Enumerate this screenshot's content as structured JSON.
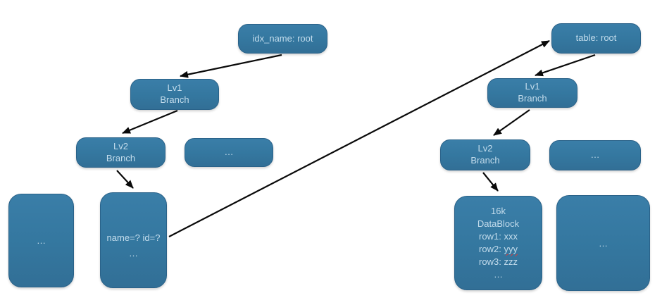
{
  "colors": {
    "node_fill": "#34779f",
    "node_border": "#2a6289",
    "node_text": "#c3dcec",
    "arrow": "#0a0a0a",
    "spellcheck_underline": "#e03a3a",
    "background": "#ffffff"
  },
  "index_tree": {
    "root_label": "idx_name: root",
    "lv1_label": "Lv1\nBranch",
    "lv2_label": "Lv2\nBranch",
    "sibling_ellipsis": "…",
    "leaf_ellipsis": "…",
    "leaf_query_line1": "name=? id=?",
    "leaf_query_line2": "…"
  },
  "table_tree": {
    "root_label": "table: root",
    "lv1_label": "Lv1\nBranch",
    "lv2_label": "Lv2\nBranch",
    "sibling_ellipsis": "…",
    "leaf_ellipsis": "…",
    "datablock": {
      "size": "16k",
      "title": "DataBlock",
      "row1": "row1: xxx",
      "row2_prefix": "row2: ",
      "row2_value": "yyy",
      "row3": "row3: zzz",
      "ellipsis": "…"
    }
  },
  "edges": [
    {
      "from": "node-idx-root",
      "to": "node-idx-lv1-branch"
    },
    {
      "from": "node-idx-lv1-branch",
      "to": "node-idx-lv2-branch"
    },
    {
      "from": "node-idx-lv2-branch",
      "to": "node-idx-leaf-query"
    },
    {
      "from": "node-idx-leaf-query",
      "to": "node-table-root"
    },
    {
      "from": "node-table-root",
      "to": "node-table-lv1-branch"
    },
    {
      "from": "node-table-lv1-branch",
      "to": "node-table-lv2-branch"
    },
    {
      "from": "node-table-lv2-branch",
      "to": "node-table-datablock"
    }
  ]
}
